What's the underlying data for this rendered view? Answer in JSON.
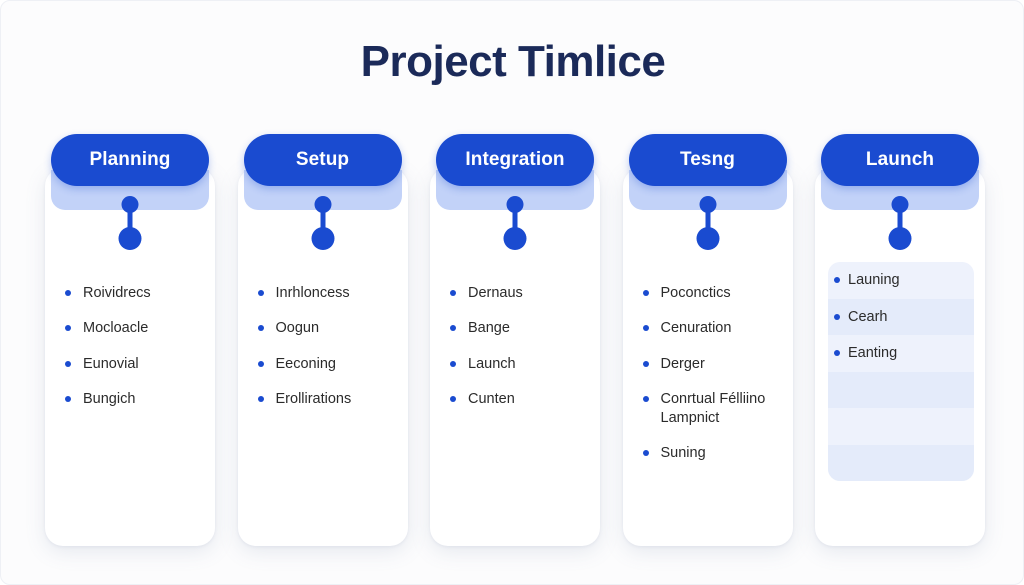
{
  "page": {
    "title": "Project Timlice",
    "background_color": "#fcfcfd",
    "accent_color": "#1a4bd0",
    "band_color": "#c2d2f8",
    "title_color": "#1b2a59"
  },
  "columns": [
    {
      "header": "Planning",
      "style": "list",
      "items": [
        "Roividrecs",
        "Mocloacle",
        "Eunovial",
        "Bungich"
      ]
    },
    {
      "header": "Setup",
      "style": "list",
      "items": [
        "Inrhloncess",
        "Oogun",
        "Eeconing",
        "Erollirations"
      ]
    },
    {
      "header": "Integration",
      "style": "list",
      "items": [
        "Dernaus",
        "Bange",
        "Launch",
        "Cunten"
      ]
    },
    {
      "header": "Tesng",
      "style": "list",
      "items": [
        "Poconctics",
        "Cenuration",
        "Derger",
        "Conrtual Félliino Lampnict",
        "Suning"
      ]
    },
    {
      "header": "Launch",
      "style": "panel",
      "items": [
        "Launing",
        "Cearh",
        "Eanting"
      ],
      "empty_rows": 3
    }
  ]
}
